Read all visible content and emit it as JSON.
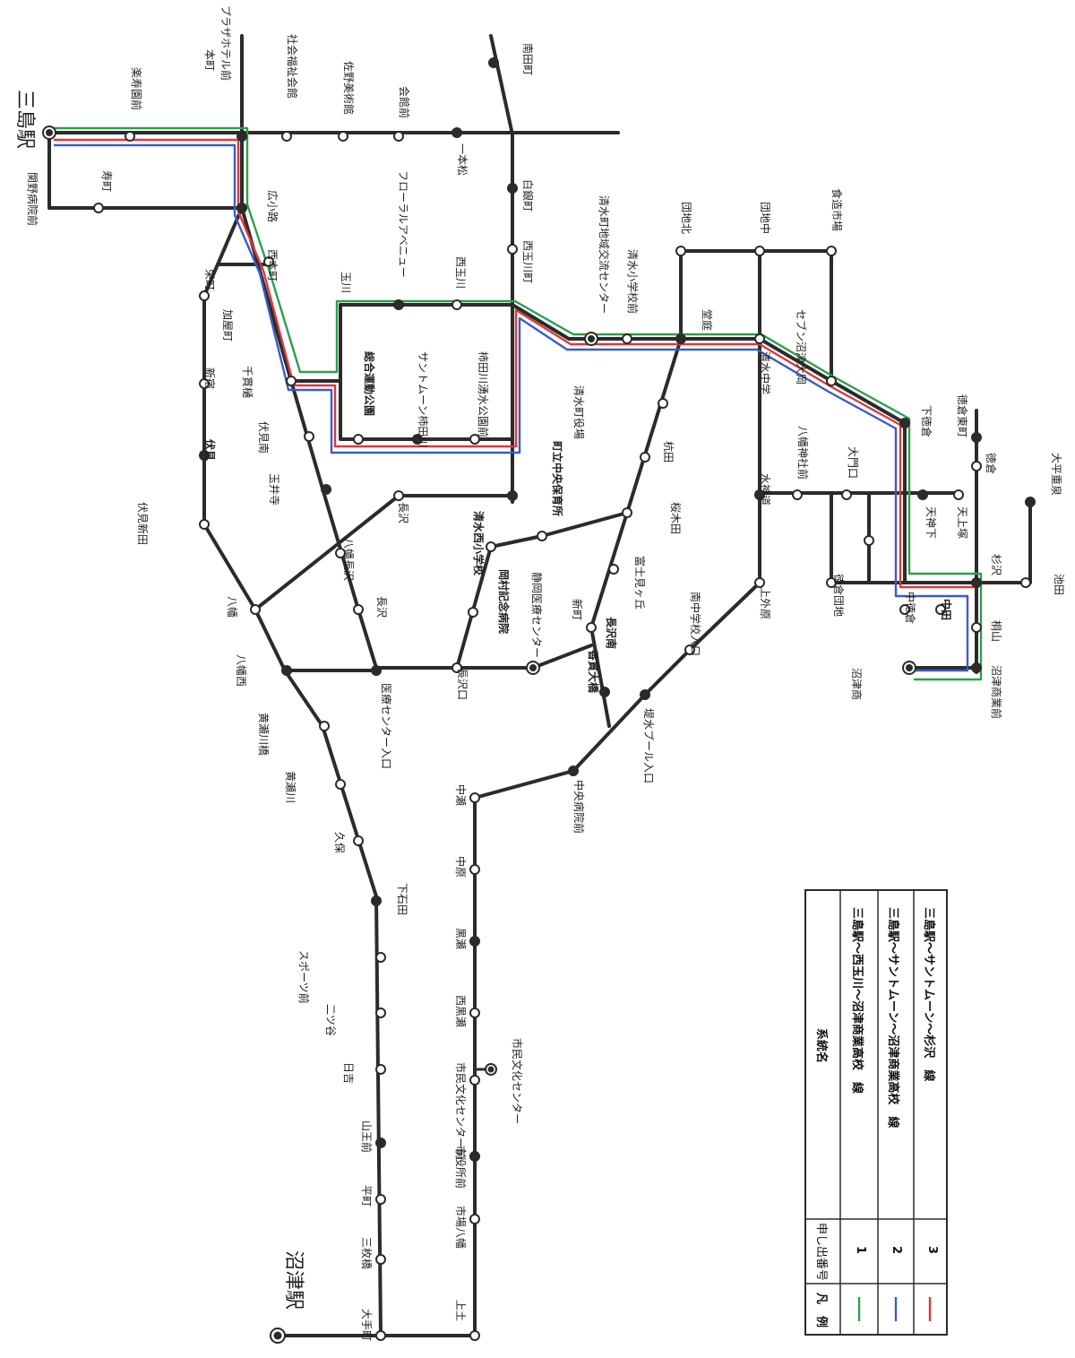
{
  "stations": {
    "mishima": "三島駅",
    "numazu": "沼津駅",
    "sekino": "関野病院前",
    "kotobuki": "寿町",
    "rakuju": "楽寿園前",
    "honcho": "本町",
    "plaza": "プラザホテル前",
    "shakai": "社会福祉会館",
    "sano": "佐野美術館",
    "kaikan": "会館前",
    "ipponmatsu": "一本松",
    "minamida": "南田町",
    "shiroganecho": "白銀町",
    "nishitamagawa_cho": "西玉川町",
    "hirokoji": "広小路",
    "nishihonmachi": "西本町",
    "floral": "フローラルアベニュー",
    "nishitamagawa": "西玉川",
    "tamagawa": "玉川",
    "sakaecho": "栄町",
    "kayacho": "加屋町",
    "shinjuku": "新宿",
    "sengan": "千貫樋",
    "sogo": "総合運動公園",
    "suntmoon": "サントムーン柿田川",
    "kakitagawa": "柿田川湧水公園前",
    "fushimi": "伏見",
    "fushimiminami": "伏見南",
    "fushimishinden": "伏見新田",
    "tamaiji": "玉井寺",
    "yawata": "八幡",
    "yawatanagasawa": "八幡長沢",
    "nagasawa": "長沢",
    "nagasawa2": "長沢",
    "yawatanishi": "八幡西",
    "kisegawabashi": "黄瀬川橋",
    "kisegawa": "黄瀬川",
    "kubo": "久保",
    "shimoishida": "下石田",
    "sports": "スポーツ前",
    "futatsuya": "二ツ谷",
    "hiyoshi": "日吉",
    "sanno": "山王前",
    "hiramachi": "平町",
    "mimaibashi": "三枚橋",
    "otemachi": "大手町",
    "iryo": "医療センター入口",
    "shimizunishi": "清水西小学校",
    "chuohokenjo": "町立中央保育所",
    "okamura": "岡村記念病院",
    "shizuoka_iryo": "静岡医療センター",
    "shinmachi": "新町",
    "nagasawaminami": "長沢南",
    "kodaibashi": "香貫大橋",
    "tsutsumi": "堤水プール入口",
    "chuobyoin": "中央病院前",
    "nakase": "中瀬",
    "nakahara": "中原",
    "kurose": "黒瀬",
    "nishikurose": "西黒瀬",
    "shimin_mae": "市民文化センター前",
    "shimin": "市民文化センター",
    "shiyakusho": "市役所前",
    "ichiba": "市場八幡",
    "ue": "上土",
    "shimizu_chiiki": "清水町地域交流センター",
    "shimizu_sho": "清水小学校前",
    "shimizu_yakuba": "清水町役場",
    "kuida": "杭田",
    "dodoki": "堂庭",
    "danchikita": "団地北",
    "danchinaka": "団地中",
    "shokuzo": "食造市場",
    "shimizuchu": "清水中学",
    "seven": "セブン沼津大岡",
    "shimotokura": "下徳倉",
    "tokurahigashi": "徳倉東町",
    "tokura": "徳倉",
    "taiheisei": "大平重泉",
    "yawatajinja": "八幡神社前",
    "daimon": "大門口",
    "suijin": "水神道",
    "tenjin": "天神下",
    "tenjo": "天上塚",
    "ueto": "上外原",
    "tokuradanchi": "徳倉団地",
    "nakatoku": "中徳倉",
    "nakata": "中田",
    "sugisawa": "杉沢",
    "ikeda": "池田",
    "higashi": "桐山",
    "numazushogyo": "沼津商業前",
    "numazu_label": "沼津商",
    "fujimi": "富士見ヶ丘",
    "sakuragi": "桜木田",
    "minamichu": "南中学校入口",
    "yawatakita": "八幡西",
    "nanakuchi": "長沢口"
  },
  "legend": {
    "header_hanrei": "凡　例",
    "header_number": "申し出番号",
    "header_name": "系統名",
    "rows": [
      {
        "number": "1",
        "name": "三島駅～西玉川～沼津商業高校　線",
        "color": "#2e9e4a"
      },
      {
        "number": "2",
        "name": "三島駅～サントムーン～沼津商業高校　線",
        "color": "#3a5cc7"
      },
      {
        "number": "3",
        "name": "三島駅～サントムーン～杉沢　線",
        "color": "#d93a3a"
      }
    ]
  },
  "colors": {
    "route1": "#2e9e4a",
    "route2": "#3a5cc7",
    "route3": "#d93a3a",
    "road": "#2b2b2b"
  }
}
